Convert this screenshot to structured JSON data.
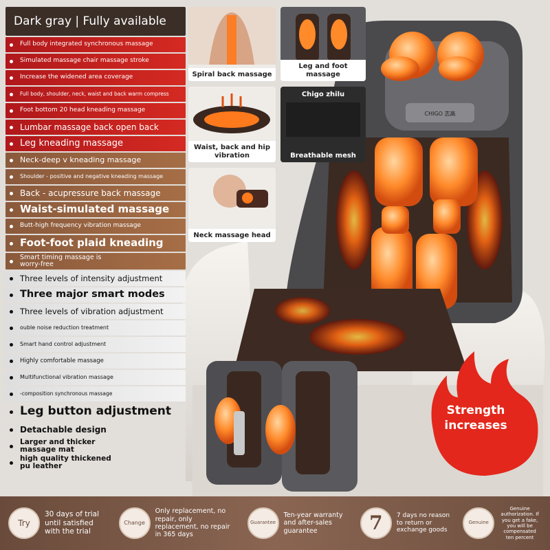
{
  "title": "Dark gray | Fully available",
  "features": [
    {
      "text": "Full body integrated synchronous massage",
      "style": "red",
      "size": 9
    },
    {
      "text": "Simulated massage chair massage stroke",
      "style": "red",
      "size": 9
    },
    {
      "text": "Increase the widened area coverage",
      "style": "red",
      "size": 9
    },
    {
      "text": "Full body, shoulder, neck, waist and back warm compress",
      "style": "red",
      "size": 7.5
    },
    {
      "text": "Foot bottom 20 head kneading massage",
      "style": "red",
      "size": 9
    },
    {
      "text": "Lumbar massage back open back",
      "style": "red",
      "size": 12
    },
    {
      "text": "Leg kneading massage",
      "style": "red",
      "size": 13
    },
    {
      "text": "Neck-deep v kneading massage",
      "style": "brown",
      "size": 11
    },
    {
      "text": "Shoulder - positive and negative kneading massage",
      "style": "brown",
      "size": 8
    },
    {
      "text": "Back - acupressure back massage",
      "style": "brown",
      "size": 12
    },
    {
      "text": "Waist-simulated massage",
      "style": "brown",
      "size": 15
    },
    {
      "text": "Butt-high frequency vibration massage",
      "style": "brown",
      "size": 9
    },
    {
      "text": "Foot-foot plaid kneading",
      "style": "brown",
      "size": 15
    },
    {
      "text": "Smart timing massage is worry-free",
      "style": "brown",
      "size": 9.5
    },
    {
      "text": "Three levels of intensity adjustment",
      "style": "gray",
      "size": 11.5
    },
    {
      "text": "Three major smart modes",
      "style": "gray",
      "size": 14.5
    },
    {
      "text": "Three levels of vibration adjustment",
      "style": "gray",
      "size": 11.5
    },
    {
      "text": "ouble noise reduction treatment",
      "style": "gray",
      "size": 8
    },
    {
      "text": "Smart hand control adjustment",
      "style": "gray",
      "size": 8
    },
    {
      "text": "Highly comfortable massage",
      "style": "gray",
      "size": 8.5
    },
    {
      "text": "Multifunctional vibration massage",
      "style": "gray",
      "size": 8
    },
    {
      "text": "-composition synchronous massage",
      "style": "gray",
      "size": 7.5
    },
    {
      "text": "Leg button adjustment",
      "style": "plain",
      "size": 17
    },
    {
      "text": "Detachable design",
      "style": "plain",
      "size": 12
    },
    {
      "text": "Larger and thicker massage mat",
      "style": "plain",
      "size": 10.5
    },
    {
      "text": "high quality thickened pu leather",
      "style": "plain",
      "size": 10.5
    }
  ],
  "panels": {
    "spiral_back": "Spiral back massage",
    "leg_foot": "Leg and foot massage",
    "brand_top": "Chigo zhilu",
    "waist_back_hip": "Waist, back and hip vibration",
    "breathable": "Breathable mesh",
    "neck_head": "Neck massage head"
  },
  "brand_logo": "CHIGO 志高",
  "badge": {
    "line1": "Strength",
    "line2": "increases"
  },
  "services": [
    {
      "icon": "Try",
      "text": "30 days of trial until satisfied with the trial"
    },
    {
      "icon": "Change",
      "text": "Only replacement, no repair, only replacement, no repair in 365 days"
    },
    {
      "icon": "Guarantee",
      "text": "Ten-year warranty and after-sales guarantee"
    },
    {
      "icon": "7",
      "text": "7 days no reason to return or exchange goods"
    },
    {
      "icon": "Genuine",
      "text": "Genuine authorization. If you get a fake, you will be compensated ten percent"
    }
  ],
  "colors": {
    "accent_red": "#c8201e",
    "accent_brown": "#9a6644",
    "glow_orange": "#ff7a1c",
    "dark_bar": "#3a2e27"
  }
}
